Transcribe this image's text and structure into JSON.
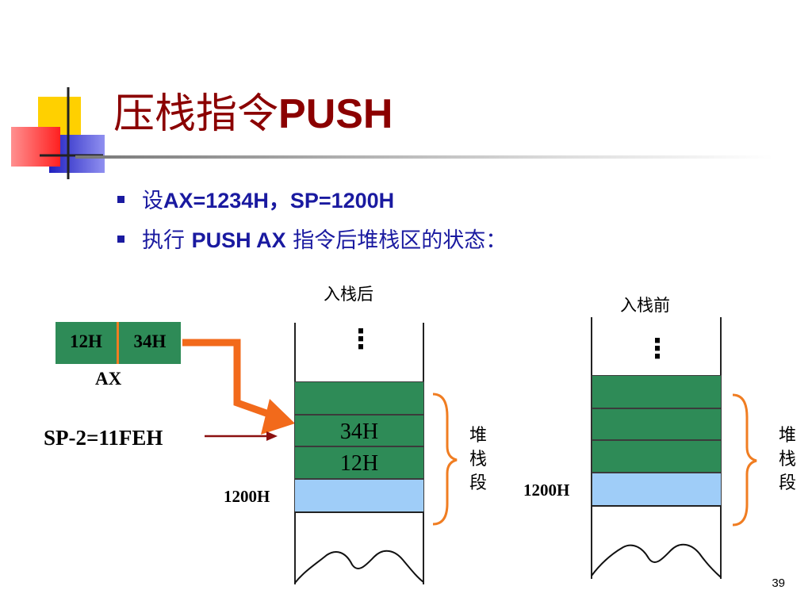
{
  "slide": {
    "title_cn": "压栈指令",
    "title_en": "PUSH",
    "page_number": "39"
  },
  "bullets": [
    {
      "prefix": "设",
      "bold": "AX=1234H，SP=1200H",
      "suffix": ""
    },
    {
      "prefix": "执行 ",
      "bold": "PUSH  AX",
      "suffix": "  指令后堆栈区的状态："
    }
  ],
  "register": {
    "high_byte": "12H",
    "low_byte": "34H",
    "name": "AX"
  },
  "after_stack": {
    "heading": "入栈后",
    "ellipsis": "⋮",
    "cell_values": [
      "",
      "34H",
      "12H"
    ],
    "base_address": "1200H",
    "segment_label": "堆栈段",
    "sp_label": "SP-2=11FEH"
  },
  "before_stack": {
    "heading": "入栈前",
    "ellipsis": "⋮",
    "base_address": "1200H",
    "segment_label": "堆栈段"
  },
  "colors": {
    "title": "#8b0000",
    "bullet_text": "#1a1aa0",
    "stack_green": "#2e8b57",
    "stack_blue": "#9fcdf8",
    "arrow_orange": "#f26a1b",
    "brace_orange": "#f07d22",
    "sp_arrow": "#8b1010"
  }
}
